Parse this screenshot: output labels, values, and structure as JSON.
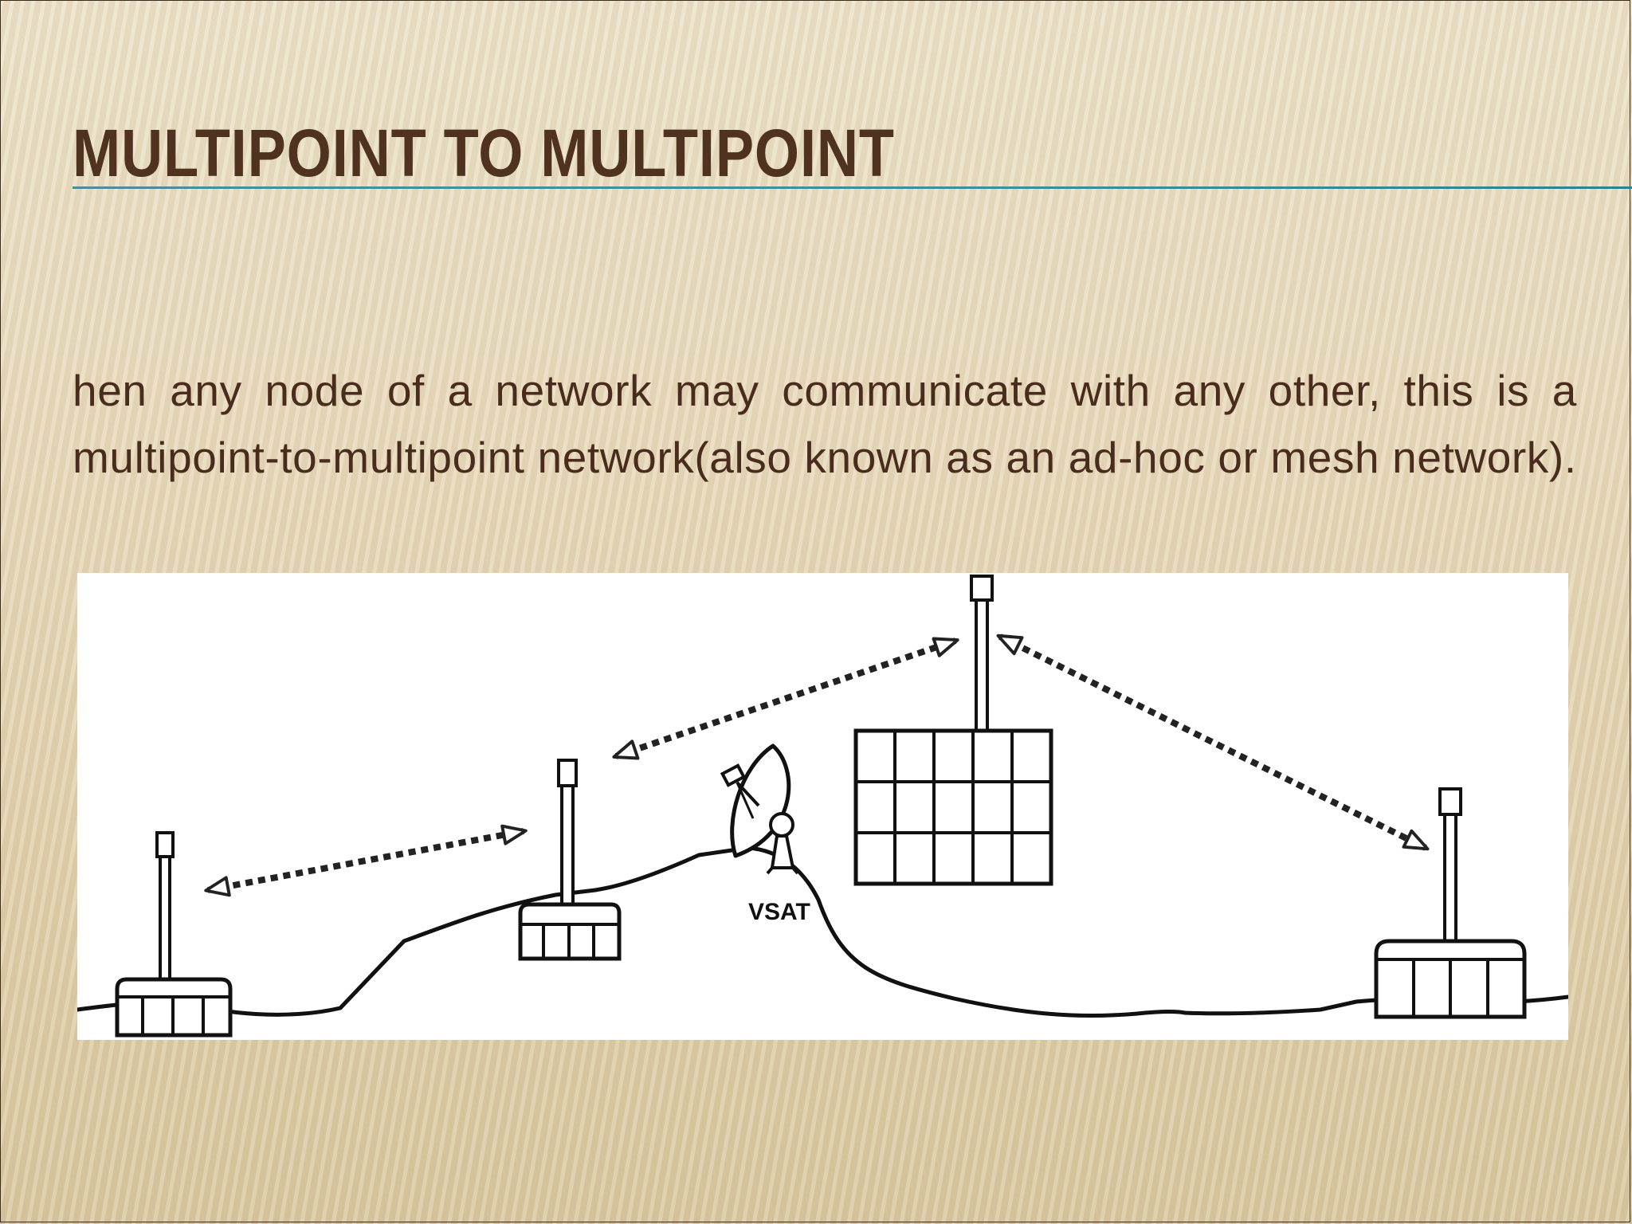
{
  "slide": {
    "title": "MULTIPOINT TO MULTIPOINT",
    "body": "hen any node of a network may communicate with any other, this is a multipoint-to-multipoint network(also known as an ad-hoc or mesh network)."
  },
  "diagram": {
    "vsat_label": "VSAT",
    "nodes": [
      {
        "id": "left-station"
      },
      {
        "id": "middle-station"
      },
      {
        "id": "central-building"
      },
      {
        "id": "right-station"
      }
    ],
    "links": [
      {
        "from": "left-station",
        "to": "middle-station",
        "style": "dotted",
        "direction": "both"
      },
      {
        "from": "middle-station",
        "to": "central-building",
        "style": "dotted",
        "direction": "both"
      },
      {
        "from": "central-building",
        "to": "right-station",
        "style": "dotted",
        "direction": "both"
      }
    ],
    "icons": [
      "satellite-dish-icon",
      "antenna-icon",
      "building-icon"
    ]
  },
  "colors": {
    "title": "#4f3320",
    "body_text": "#4a2c1e",
    "rule": "#3f8ba3",
    "diagram_bg": "#ffffff",
    "diagram_ink": "#111111"
  }
}
